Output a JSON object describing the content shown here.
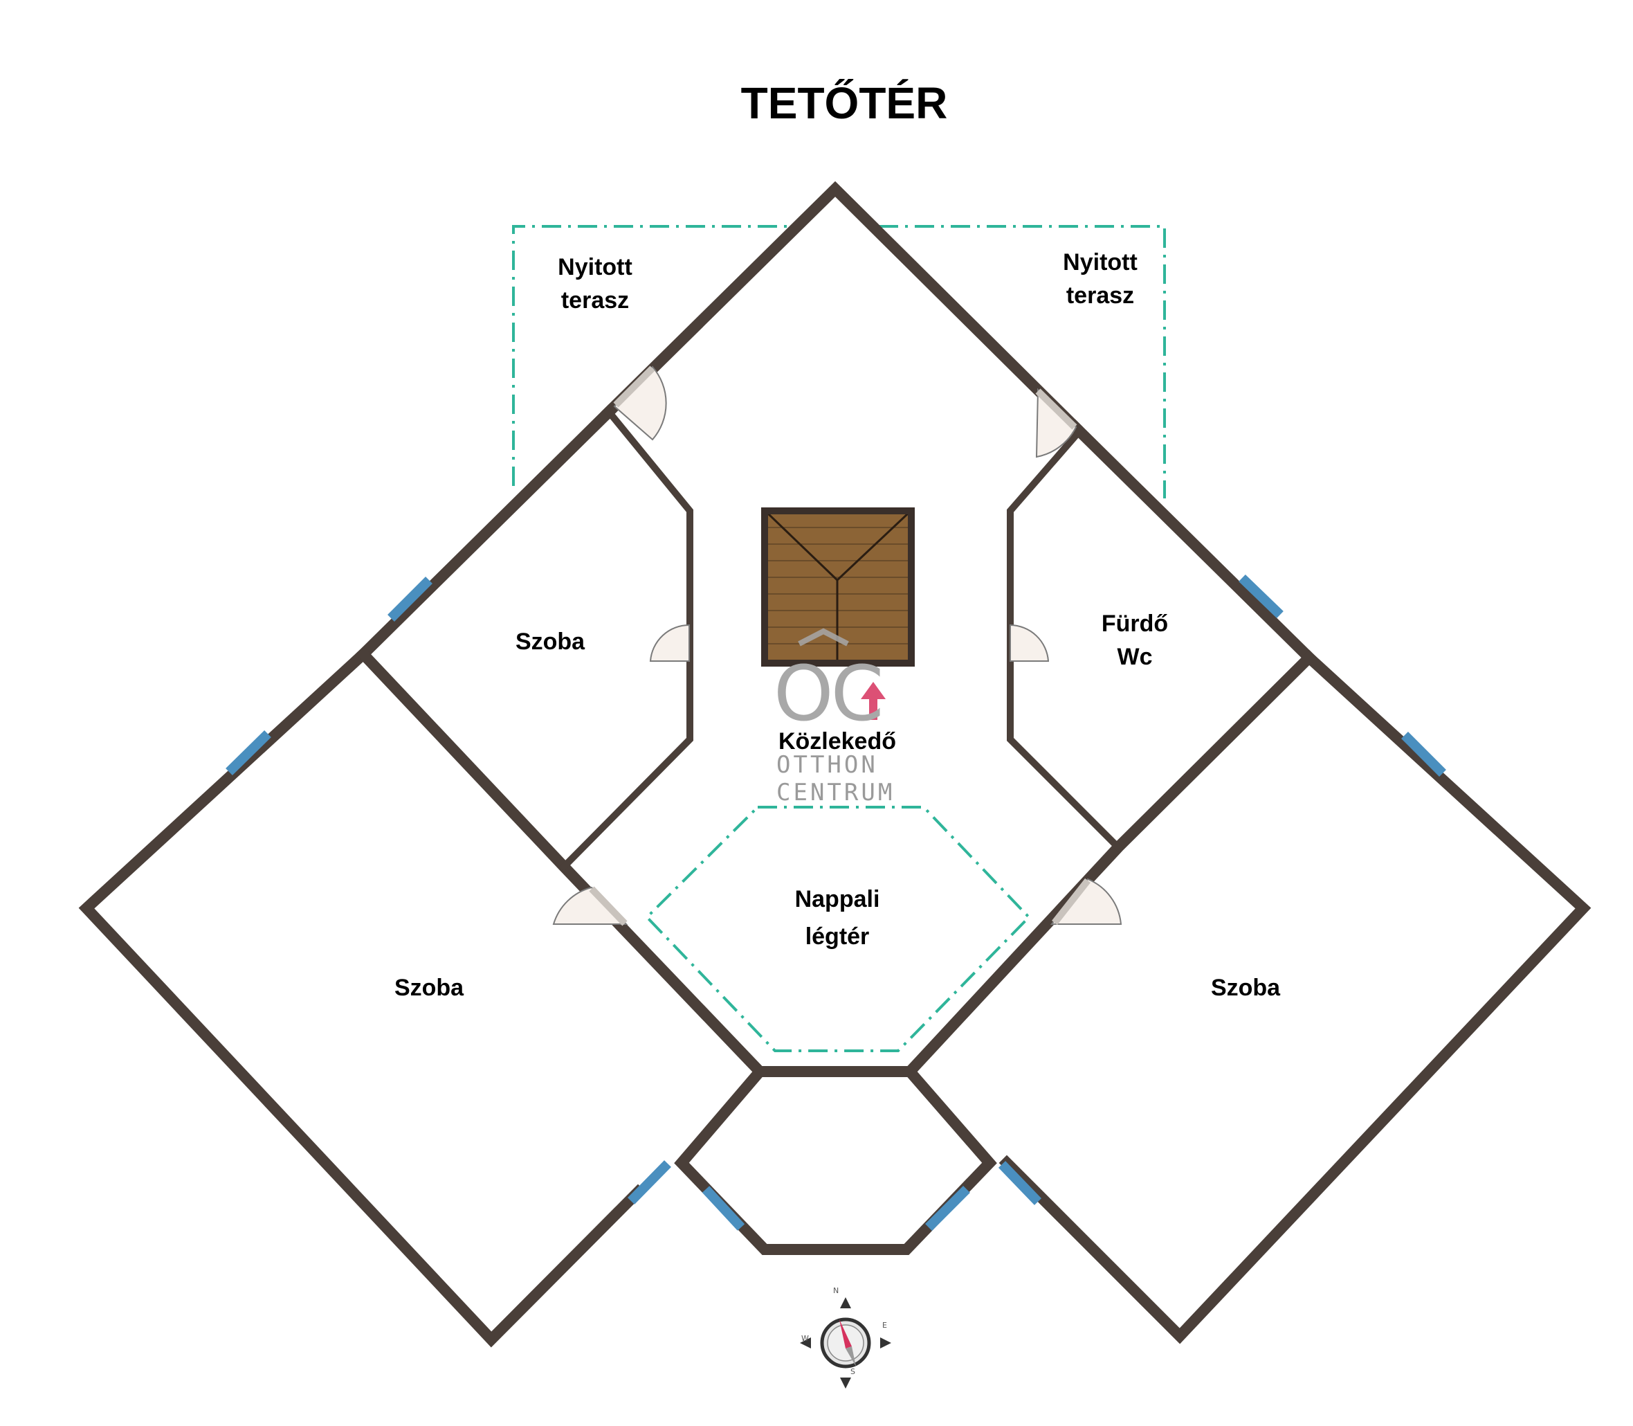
{
  "title": "TETŐTÉR",
  "rooms": {
    "terrace_left": {
      "line1": "Nyitott",
      "line2": "terasz"
    },
    "terrace_right": {
      "line1": "Nyitott",
      "line2": "terasz"
    },
    "room_upper_left": "Szoba",
    "bathroom": {
      "line1": "Fürdő",
      "line2": "Wc"
    },
    "corridor": "Közlekedő",
    "living_void": {
      "line1": "Nappali",
      "line2": "légtér"
    },
    "room_lower_left": "Szoba",
    "room_lower_right": "Szoba"
  },
  "watermark": {
    "letters": "OC",
    "line1": "OTTHON",
    "line2": "CENTRUM"
  },
  "compass": {
    "n": "N",
    "e": "E",
    "s": "S",
    "w": "W"
  },
  "colors": {
    "wall": "#4a3f39",
    "window": "#4a8fbf",
    "terrace_outline": "#2fb59a",
    "stair_wood": "#8c6436",
    "stair_line": "#3a2a1a",
    "door_fill": "#f7f1ec",
    "watermark_gray": "#a8a8a8",
    "watermark_arrow": "#d6325e"
  }
}
